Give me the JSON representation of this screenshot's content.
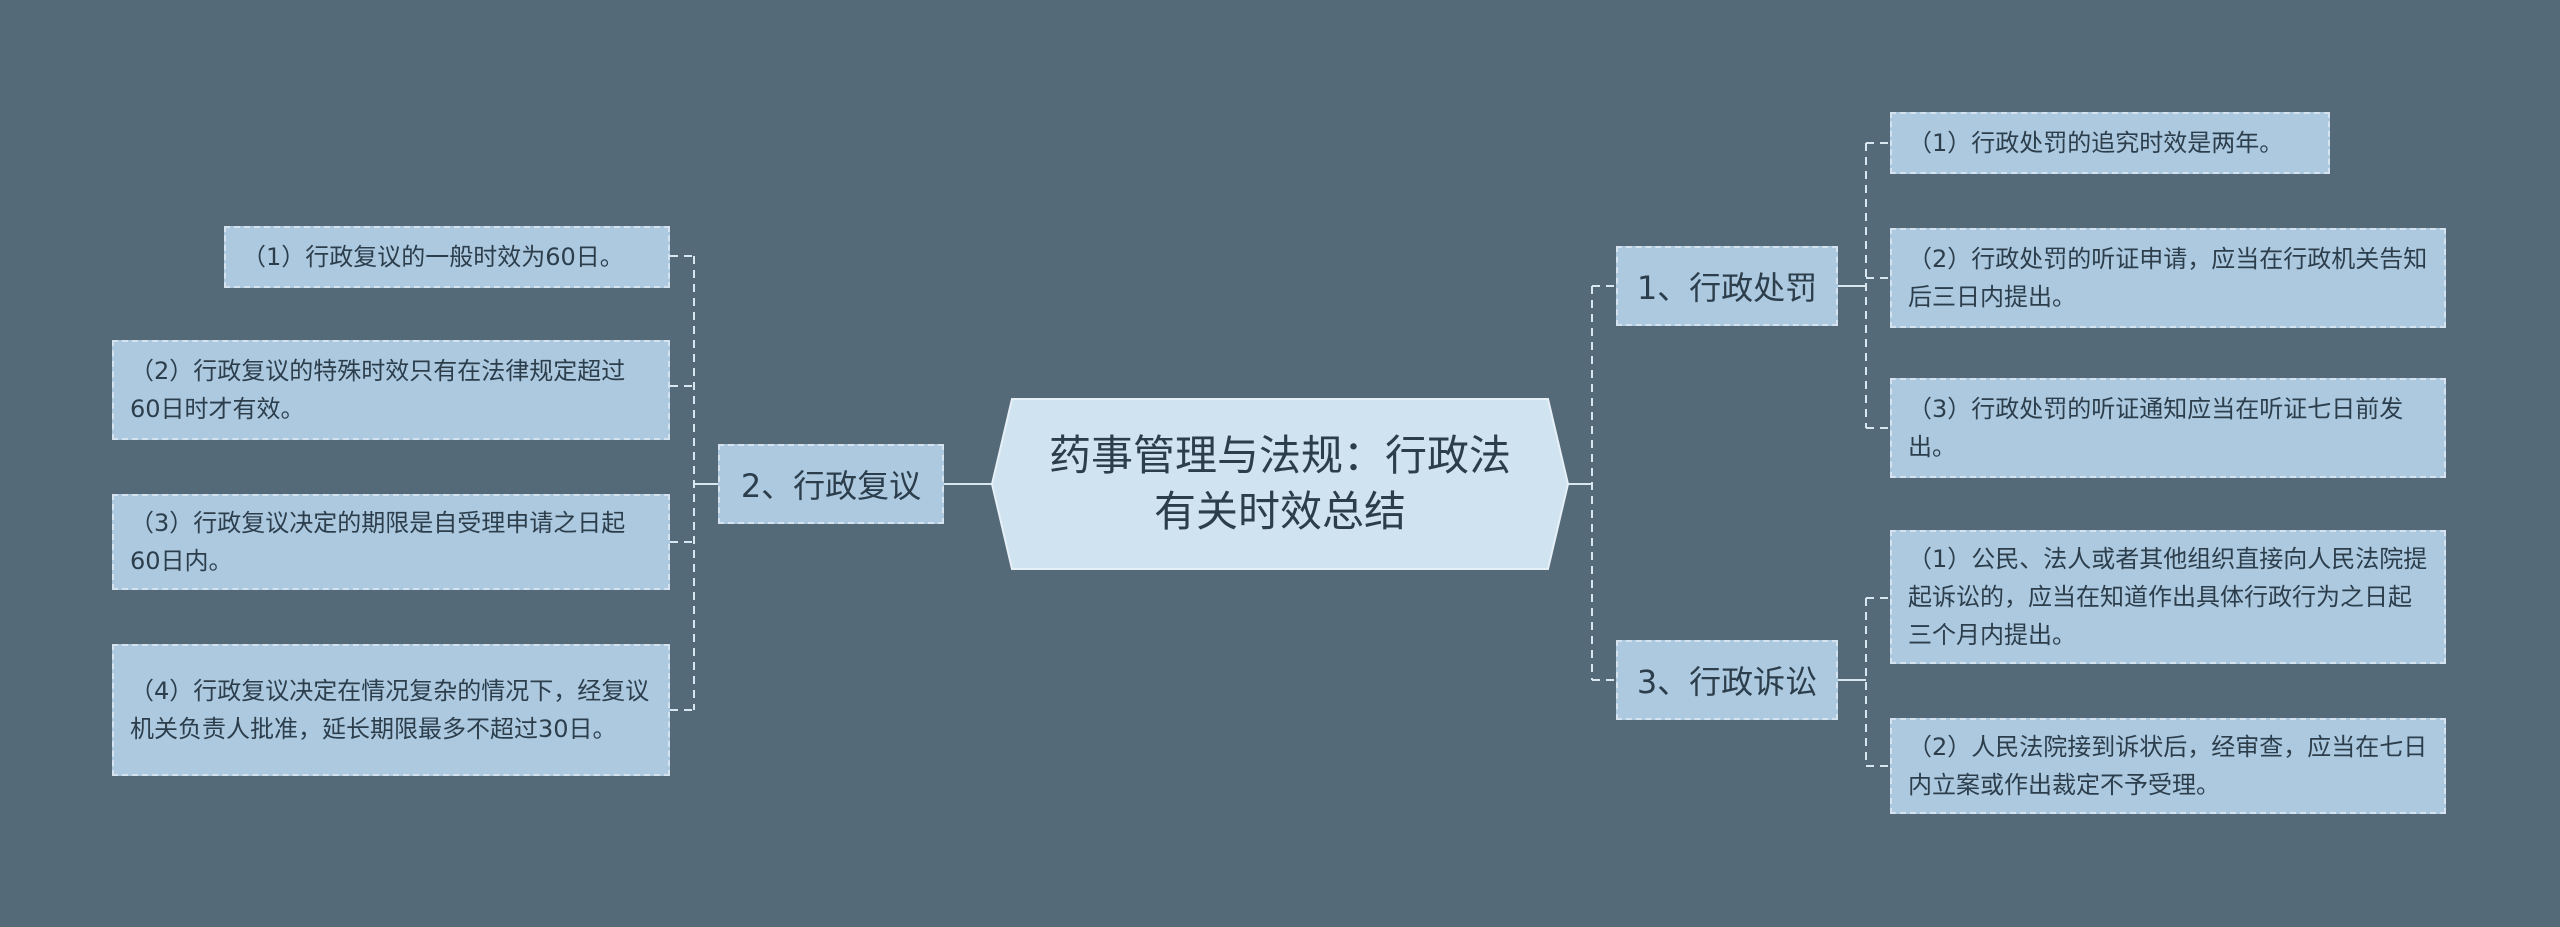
{
  "colors": {
    "background": "#546a79",
    "node_fill": "#adc9df",
    "node_border": "#d4e3ef",
    "root_fill": "#cfe3f0",
    "text": "#2c3e4c",
    "line": "#d8e6f0"
  },
  "root": {
    "line1": "药事管理与法规：行政法",
    "line2": "有关时效总结"
  },
  "branches": {
    "penalty": {
      "label": "1、行政处罚",
      "items": [
        "（1）行政处罚的追究时效是两年。",
        "（2）行政处罚的听证申请，应当在行政机关告知后三日内提出。",
        "（3）行政处罚的听证通知应当在听证七日前发出。"
      ]
    },
    "review": {
      "label": "2、行政复议",
      "items": [
        "（1）行政复议的一般时效为60日。",
        "（2）行政复议的特殊时效只有在法律规定超过60日时才有效。",
        "（3）行政复议决定的期限是自受理申请之日起60日内。",
        "（4）行政复议决定在情况复杂的情况下，经复议机关负责人批准，延长期限最多不超过30日。"
      ]
    },
    "litigation": {
      "label": "3、行政诉讼",
      "items": [
        "（1）公民、法人或者其他组织直接向人民法院提起诉讼的，应当在知道作出具体行政行为之日起三个月内提出。",
        "（2）人民法院接到诉状后，经审查，应当在七日内立案或作出裁定不予受理。"
      ]
    }
  }
}
